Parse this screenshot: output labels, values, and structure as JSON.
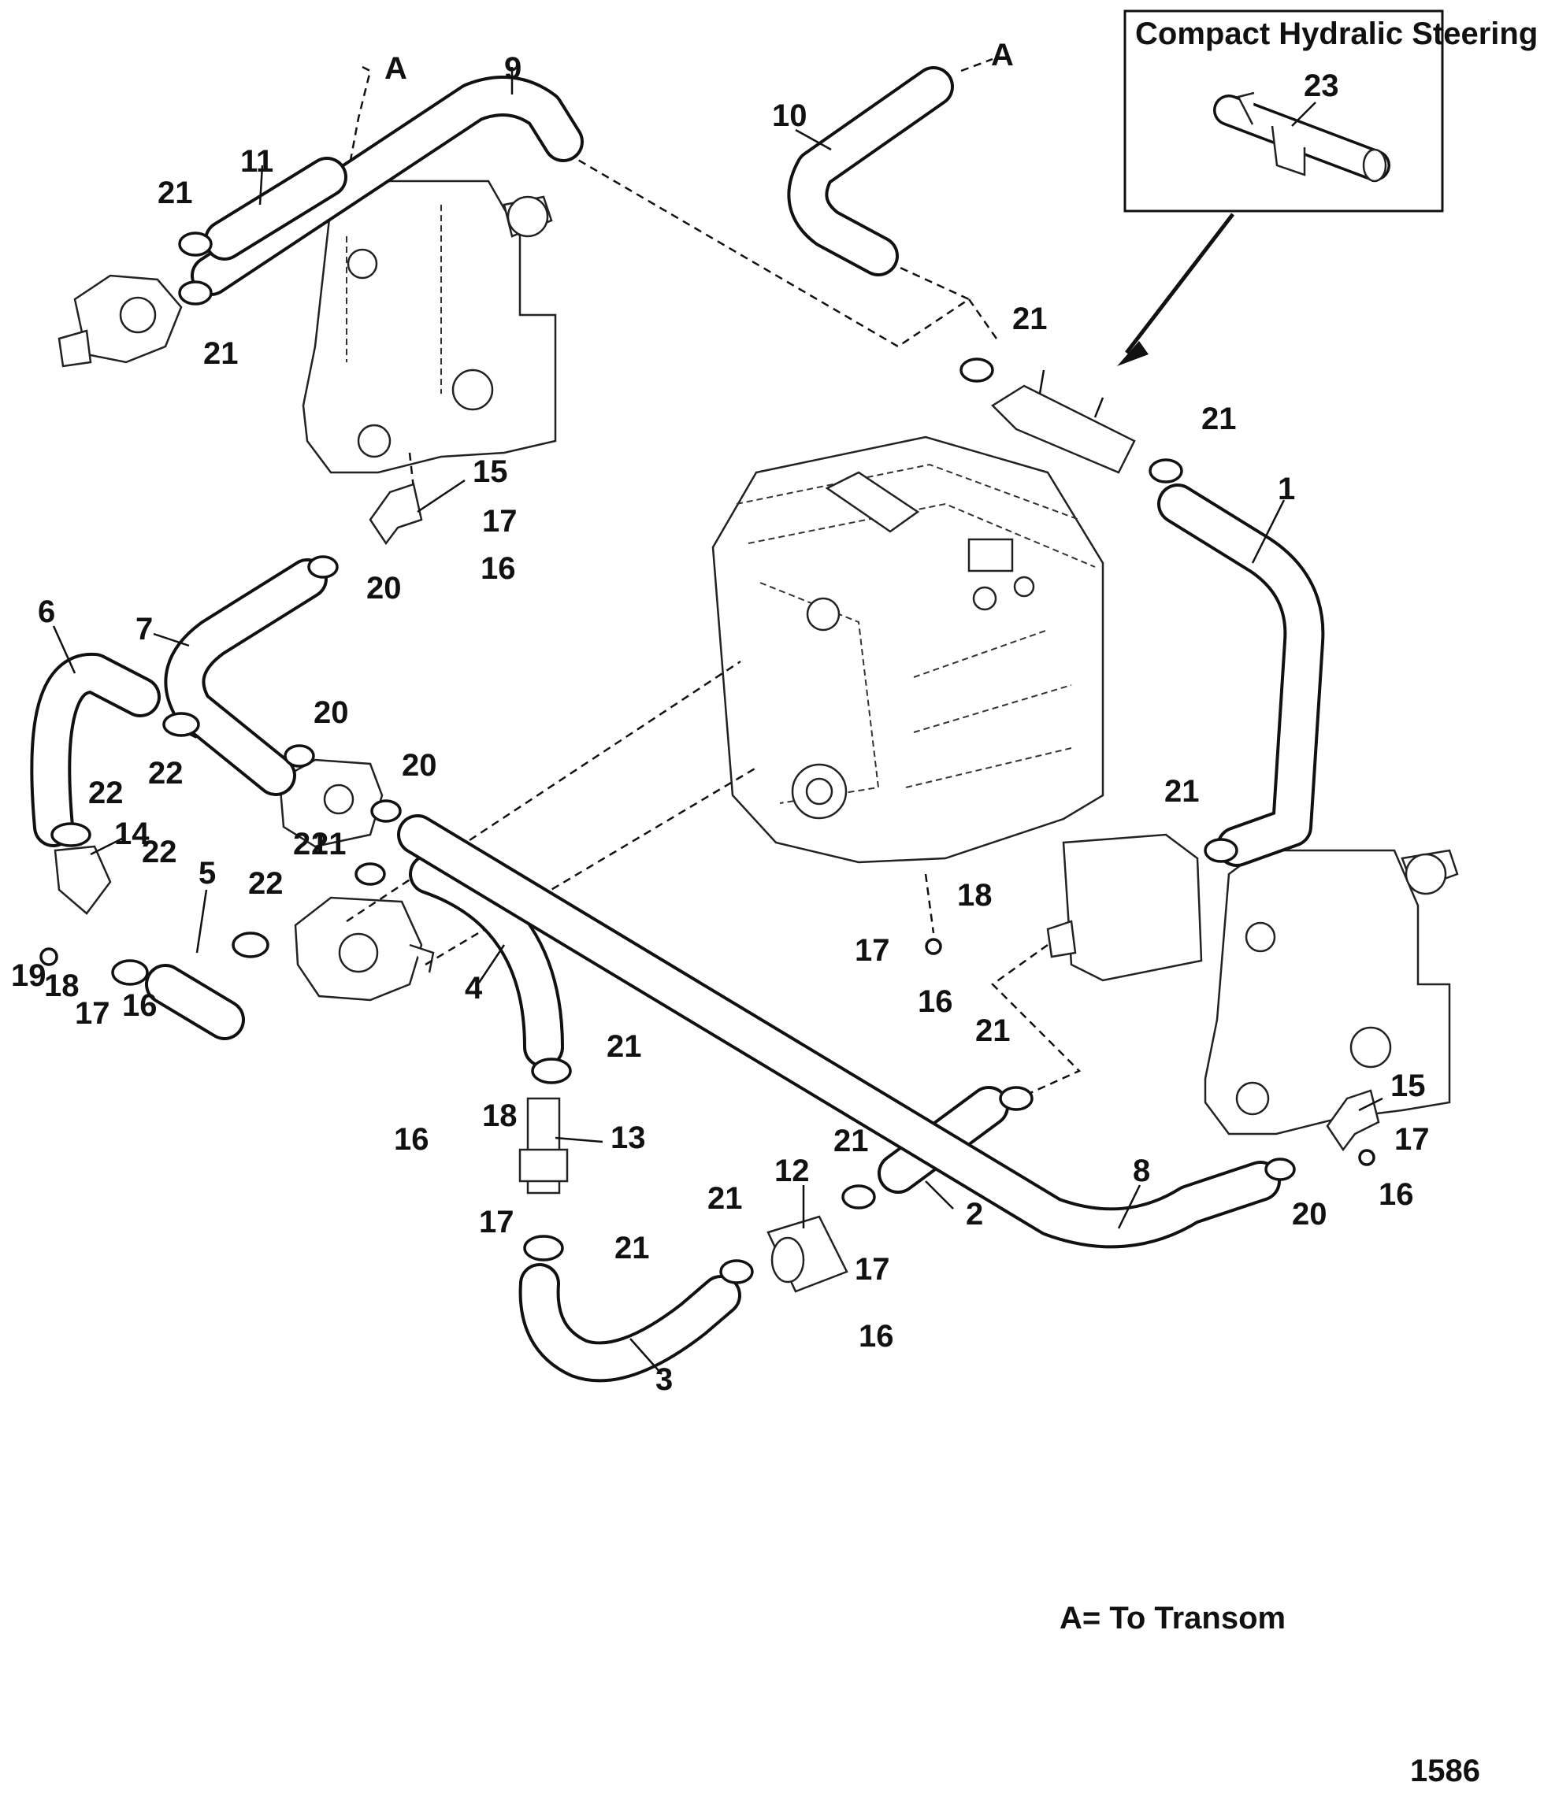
{
  "inset": {
    "title": "Compact Hydralic Steering",
    "part": "23"
  },
  "connector_labels": [
    "A",
    "A"
  ],
  "callouts": {
    "n1": "1",
    "n2": "2",
    "n3": "3",
    "n4": "4",
    "n5": "5",
    "n6": "6",
    "n7": "7",
    "n8": "8",
    "n9": "9",
    "n10": "10",
    "n11": "11",
    "n12": "12",
    "n13": "13",
    "n14": "14",
    "c15a": "15",
    "c15b": "15",
    "c16a": "16",
    "c16b": "16",
    "c16c": "16",
    "c16d": "16",
    "c16e": "16",
    "c16f": "16",
    "c17a": "17",
    "c17b": "17",
    "c17c": "17",
    "c17d": "17",
    "c17e": "17",
    "c17f": "17",
    "c18a": "18",
    "c18b": "18",
    "c18c": "18",
    "c19": "19",
    "c20a": "20",
    "c20b": "20",
    "c20c": "20",
    "c20d": "20",
    "c21a": "21",
    "c21b": "21",
    "c21c": "21",
    "c21d": "21",
    "c21e": "21",
    "c21f": "21",
    "c21g": "21",
    "c21h": "21",
    "c21i": "21",
    "c21j": "21",
    "c21k": "21",
    "c21l": "21",
    "c22a": "22",
    "c22b": "22",
    "c22c": "22",
    "c22d": "22"
  },
  "legend": "A= To Transom",
  "figure_number": "1586"
}
